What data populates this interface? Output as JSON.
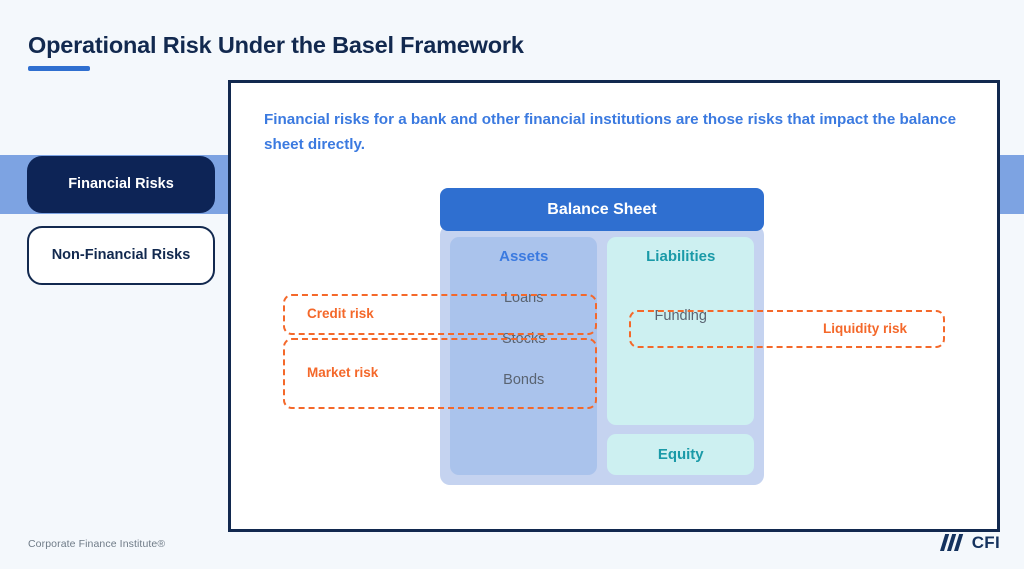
{
  "slide": {
    "title": "Operational Risk Under the Basel Framework",
    "background_color": "#f4f8fc",
    "accent_color": "#2f6fd0",
    "title_color": "#12294f"
  },
  "tabs": [
    {
      "label": "Financial Risks",
      "state": "active"
    },
    {
      "label": "Non-Financial Risks",
      "state": "inactive"
    }
  ],
  "panel": {
    "lead_text": "Financial risks for a bank and other financial institutions are those risks that impact the balance sheet directly.",
    "border_color": "#12294f"
  },
  "diagram": {
    "header": {
      "label": "Balance Sheet",
      "color": "#2f6fd0"
    },
    "columns": {
      "assets": {
        "heading": "Assets",
        "heading_color": "#3b7ae0",
        "fill_color": "#aac3ec",
        "items": [
          "Loans",
          "Stocks",
          "Bonds"
        ]
      },
      "liabilities": {
        "heading": "Liabilities",
        "heading_color": "#1a9aa8",
        "fill_color": "#cdf0f1",
        "items": [
          "Funding"
        ]
      },
      "equity": {
        "heading": "Equity",
        "heading_color": "#1a9aa8",
        "fill_color": "#cdf0f1"
      }
    },
    "container_fill": "#c5d3f0"
  },
  "risk_callouts": [
    {
      "label": "Credit risk",
      "covers": [
        "Loans"
      ],
      "color": "#f4682a"
    },
    {
      "label": "Market risk",
      "covers": [
        "Stocks",
        "Bonds"
      ],
      "color": "#f4682a"
    },
    {
      "label": "Liquidity risk",
      "covers": [
        "Funding"
      ],
      "color": "#f4682a"
    }
  ],
  "footer": {
    "attribution": "Corporate Finance Institute®",
    "brand_text": "CFI",
    "brand_color": "#14325e"
  }
}
